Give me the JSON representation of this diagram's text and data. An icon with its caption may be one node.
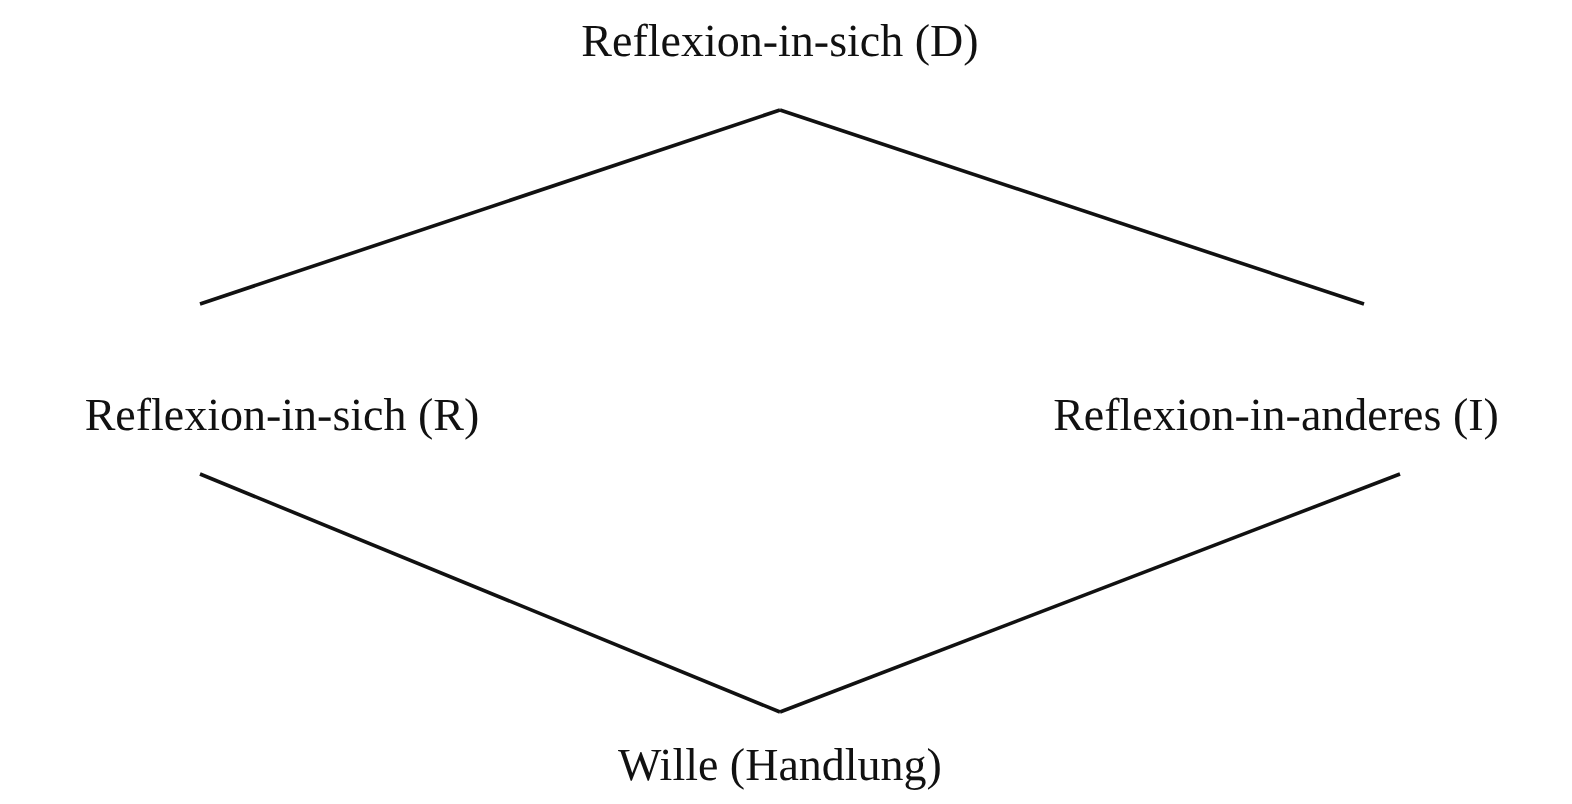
{
  "diagram": {
    "nodes": [
      {
        "text": [
          "Reflexion-in-sich (D)"
        ]
      },
      {
        "text": [
          "Reflexion-in-sich (R)"
        ]
      },
      {
        "text": [
          "Reflexion-in-anderes (I)"
        ]
      },
      {
        "text": [
          "Wille (Handlung)"
        ]
      }
    ],
    "edges": [
      {
        "from": 0,
        "to": 1,
        "arrow": "none"
      },
      {
        "from": 0,
        "to": 2,
        "arrow": "none"
      },
      {
        "from": 1,
        "to": 3,
        "arrow": "none"
      },
      {
        "from": 2,
        "to": 3,
        "arrow": "none"
      }
    ]
  }
}
